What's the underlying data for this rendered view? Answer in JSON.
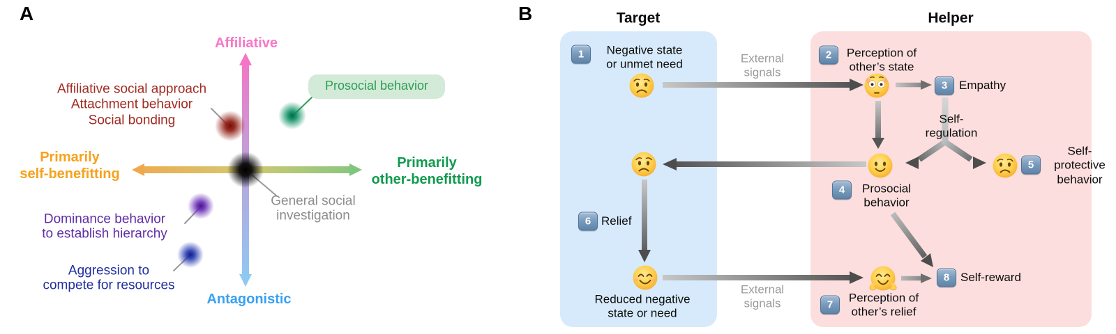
{
  "panelA": {
    "letter": "A",
    "axis": {
      "top_label": "Affiliative",
      "bottom_label": "Antagonistic",
      "left_label": "Primarily\nself-benefitting",
      "right_label": "Primarily\nother-benefitting"
    },
    "annotations": {
      "affiliative_cluster": "Affiliative social approach\nAttachment behavior\nSocial bonding",
      "prosocial": "Prosocial behavior",
      "general_investigation": "General social\ninvestigation",
      "dominance": "Dominance behavior\nto establish hierarchy",
      "aggression": "Aggression to\ncompete for resources"
    },
    "colors": {
      "affiliative_pink": "#f678c8",
      "antagonistic_blue": "#38a1f2",
      "self_benefit_orange": "#f6a21d",
      "other_benefit_green": "#0f9a4e",
      "cluster_red": "#a12b22",
      "dominance_purple": "#5f2da5",
      "aggression_navy": "#202f9f",
      "general_gray": "#8c8c8c",
      "prosocial_pill_bg": "#d2ead7",
      "prosocial_text": "#2e9e56"
    }
  },
  "panelB": {
    "letter": "B",
    "columns": {
      "left": "Target",
      "right": "Helper"
    },
    "steps": [
      {
        "num": "1",
        "label": "Negative state\nor unmet need"
      },
      {
        "num": "2",
        "label": "Perception of\nother’s state"
      },
      {
        "num": "3",
        "label": "Empathy"
      },
      {
        "num": "4",
        "label": "Prosocial\nbehavior"
      },
      {
        "num": "5",
        "label": "Self-\nprotective\nbehavior"
      },
      {
        "num": "6",
        "label": "Relief"
      },
      {
        "num": "7",
        "label": "Perception of\nother’s relief"
      },
      {
        "num": "8",
        "label": "Self-reward"
      }
    ],
    "labels": {
      "external_signals_top": "External\nsignals",
      "external_signals_bottom": "External\nsignals",
      "self_regulation": "Self-\nregulation",
      "reduced_state": "Reduced negative\nstate or need"
    },
    "faces": {
      "target_initial": "worried-face",
      "helper_perception": "flushed-face",
      "target_mid": "worried-face",
      "helper_prosocial": "slight-smile-face",
      "helper_self_protective": "worried-face",
      "target_relieved": "smiling-face",
      "helper_relief_perception": "hugging-face"
    },
    "colors": {
      "target_box": "#d7eafb",
      "helper_box": "#fbdedd",
      "badge_blue": "#6b8cab",
      "arrow_dark": "#4d4d4d",
      "arrow_light": "#c8c8c8",
      "external_gray": "#9b9b9b"
    }
  }
}
